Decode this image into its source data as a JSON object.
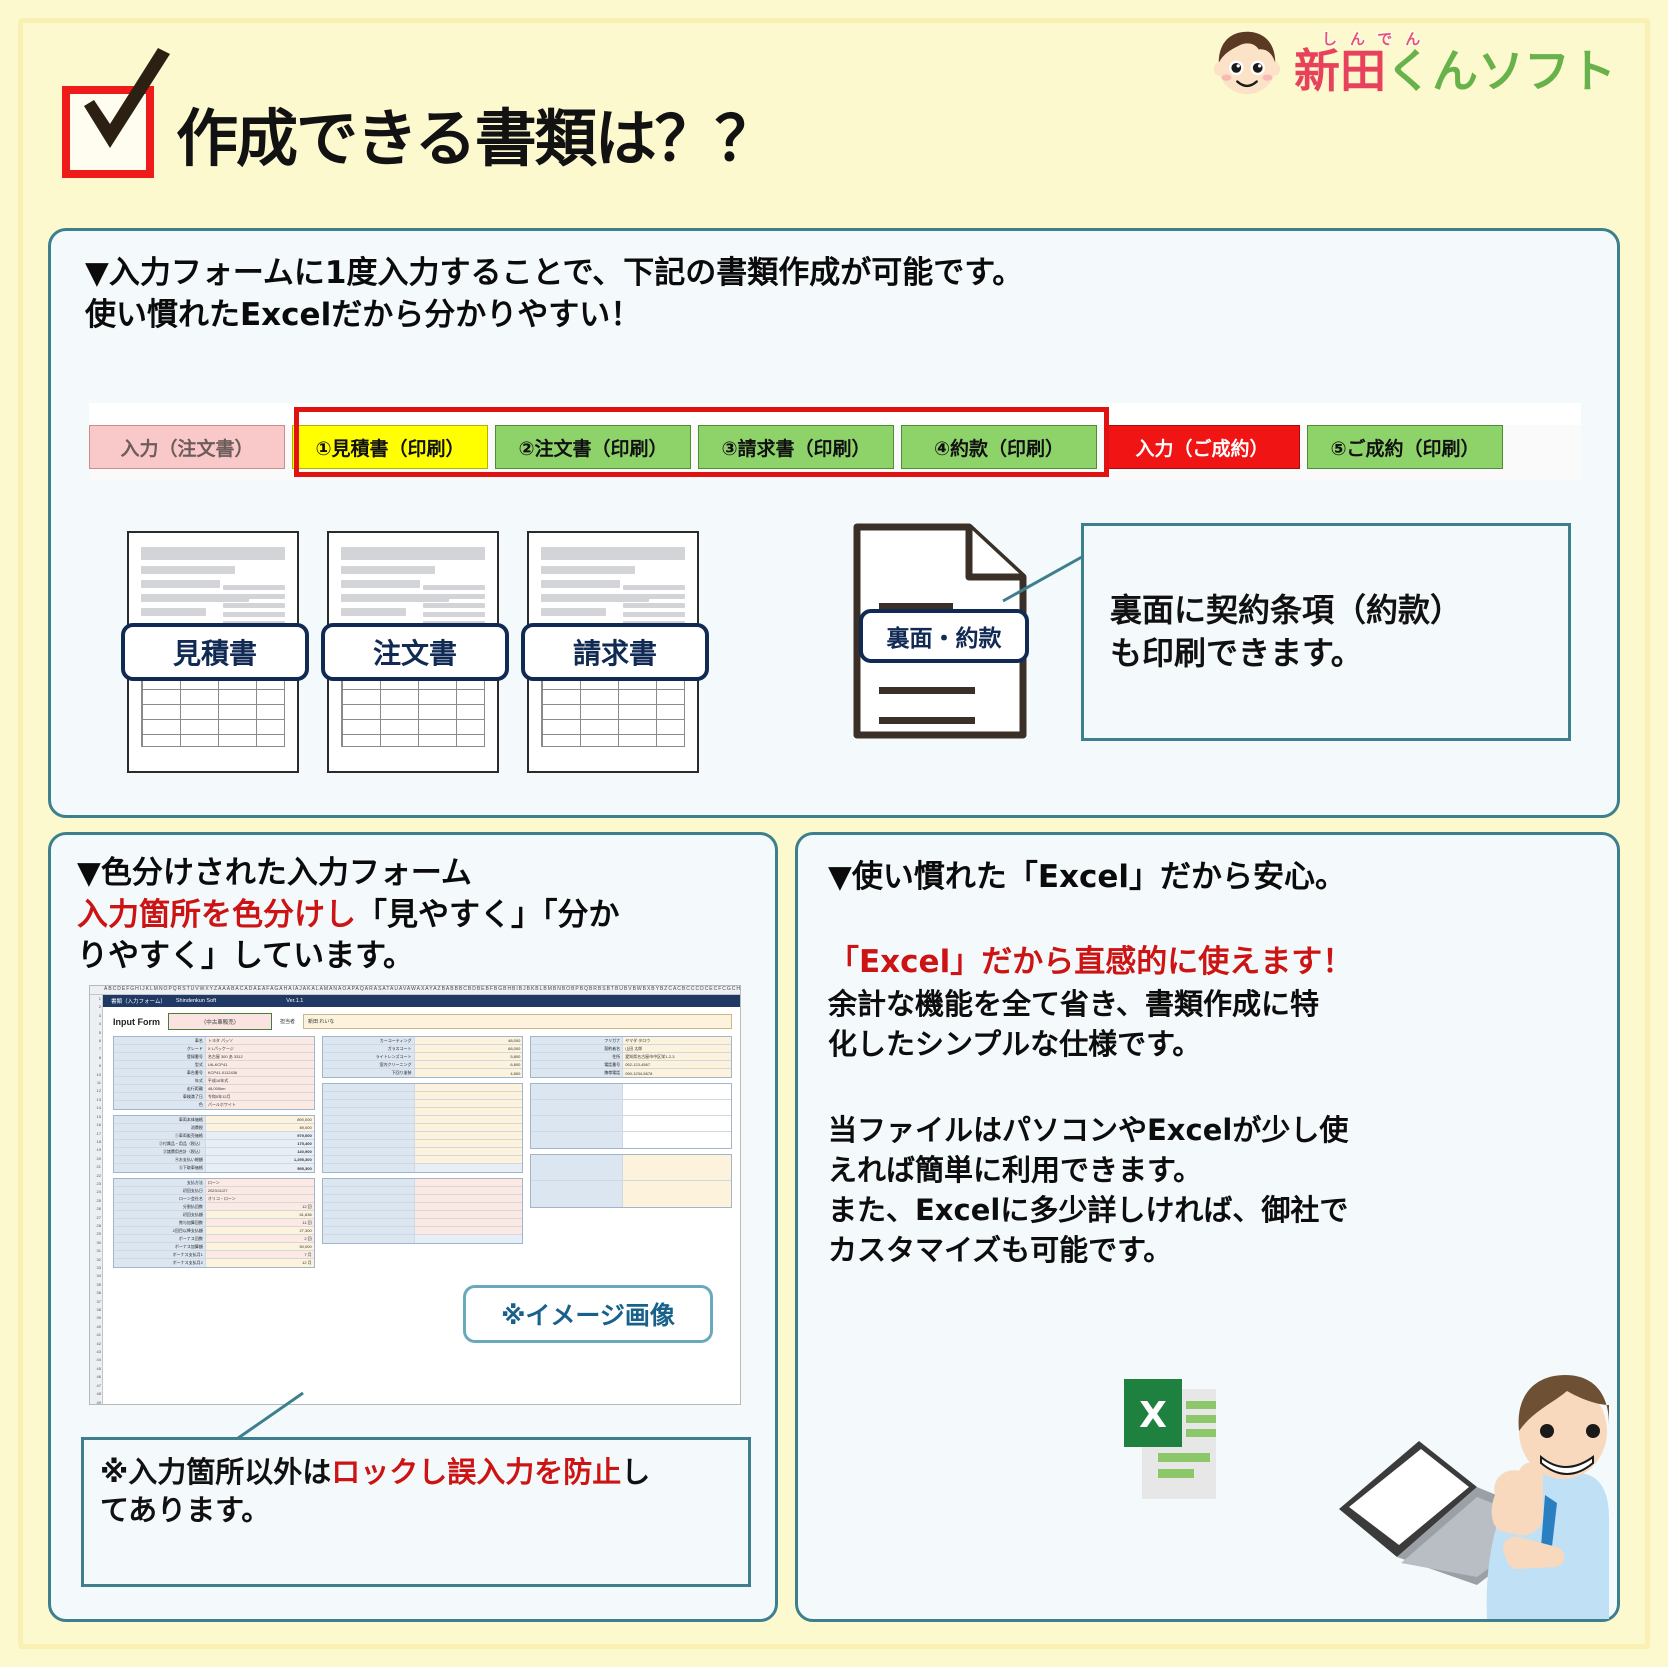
{
  "header": {
    "title": "作成できる書類は？？",
    "checkbox_icon": "checked-checkbox-icon"
  },
  "logo": {
    "furigana": "しんでん",
    "name_red": "新田",
    "name_green": "くんソフト",
    "face_icon": "boy-face-icon"
  },
  "top_panel": {
    "lead_line1": "▼入力フォームに1度入力することで、下記の書類作成が可能です。",
    "lead_line2": "使い慣れたExcelだから分かりやすい！",
    "tabs": [
      {
        "label": "入力（注文書）",
        "style": "input-pink"
      },
      {
        "label": "①見積書（印刷）",
        "style": "yellow"
      },
      {
        "label": "②注文書（印刷）",
        "style": "green"
      },
      {
        "label": "③請求書（印刷）",
        "style": "green"
      },
      {
        "label": "④約款（印刷）",
        "style": "green"
      },
      {
        "label": "入力（ご成約）",
        "style": "red"
      },
      {
        "label": "⑤ご成約（印刷）",
        "style": "green"
      }
    ],
    "documents": [
      {
        "label": "見積書"
      },
      {
        "label": "注文書"
      },
      {
        "label": "請求書"
      }
    ],
    "backside_doc_label": "裏面・約款",
    "callout_line1": "裏面に契約条項（約款）",
    "callout_line2": "も印刷できます。"
  },
  "left_panel": {
    "head_line1": "▼色分けされた入力フォーム",
    "head_line2_red": "入力箇所を色分けし",
    "head_line2_black": "「見やすく」「分か",
    "head_line3": "りやすく」しています。",
    "image_badge": "※イメージ画像",
    "note_black1": "※入力箇所以外は",
    "note_red": "ロックし誤入力を防止",
    "note_black2": "し",
    "note_line2": "てあります。",
    "sheet": {
      "titlebar_doc": "書類（入力フォーム）",
      "titlebar_brand": "Shindenkun Soft",
      "titlebar_ver": "Ver.1.1",
      "input_form_label": "Input Form",
      "input_form_chip": "（中古車販売）",
      "staff_label": "担当者",
      "staff_value": "新田 れいな",
      "column_letters": "ABCDEFGHIJKLMNOPQRSTUVWXYZAAABACADAEAFAGAHAIAJAKALAMANAOAPAQARASATAUAVAWAXAYAZBABBBCBDBEBFBGBHBIBJBKBLBMBNBOBPBQBRBSBTBUBVBWBXBYBZCACBCCCDCECFCGCHCICJCKCLCMCNCOCPCQCRCSCTCUCVCWCXCYCZDADBDCDDDEDFDGDHDIDJ",
      "left_block": [
        {
          "label": "車名",
          "value": "トヨタ パッソ"
        },
        {
          "label": "グレード",
          "value": "X Lパッケージ"
        },
        {
          "label": "登録番号",
          "value": "名古屋 300 あ 3312"
        },
        {
          "label": "型式",
          "value": "UA-KCP41"
        },
        {
          "label": "車台番号",
          "value": "KCP41-0112436"
        },
        {
          "label": "年式",
          "value": "平成16年式"
        },
        {
          "label": "走行距離",
          "value": "48,000km"
        },
        {
          "label": "車検満了日",
          "value": "令和5年12月"
        },
        {
          "label": "色",
          "value": "パールホワイト"
        }
      ],
      "mid_block": [
        {
          "label": "カーコーティング",
          "value": "48,000"
        },
        {
          "label": "ガラスコート",
          "value": "68,000"
        },
        {
          "label": "ライトレンズコート",
          "value": "5,800"
        },
        {
          "label": "室内クリーニング",
          "value": "6,800"
        },
        {
          "label": "下回り塗装",
          "value": "4,800"
        }
      ],
      "right_block": [
        {
          "label": "フリガナ",
          "value": "ヤマダ タロウ"
        },
        {
          "label": "契約者名",
          "value": "山田 太郎"
        },
        {
          "label": "住所",
          "value": "愛知県名古屋市中区栄1-2-3"
        },
        {
          "label": "電話番号",
          "value": "052-123-4567"
        },
        {
          "label": "携帯電話",
          "value": "090-1234-5678"
        }
      ],
      "totals": [
        {
          "label": "車両本体価格",
          "value": "890,000"
        },
        {
          "label": "消費税",
          "value": "89,000"
        },
        {
          "label": "①車両販売価格",
          "value": "979,000"
        },
        {
          "label": "②付属品・用品（税込）",
          "value": "175,400"
        },
        {
          "label": "③諸費用合計（税込）",
          "value": "140,900"
        },
        {
          "label": "④お支払い総額",
          "value": "1,295,300"
        },
        {
          "label": "⑤下取車価格",
          "value": "595,300"
        }
      ],
      "loan_block": [
        {
          "label": "支払方法",
          "value": "ローン"
        },
        {
          "label": "初回支払日",
          "value": "2023/11/27"
        },
        {
          "label": "ローン会社名",
          "value": "オリコ・ローン"
        },
        {
          "label": "分割払回数",
          "value": "12 回"
        },
        {
          "label": "初回支払額",
          "value": "61,636"
        },
        {
          "label": "賞与加算回数",
          "value": "11 回"
        },
        {
          "label": "2回目以降支払額",
          "value": "27,300"
        },
        {
          "label": "ボーナス回数",
          "value": "2 回"
        },
        {
          "label": "ボーナス加算額",
          "value": "50,000"
        },
        {
          "label": "ボーナス支払月1",
          "value": "7 月"
        },
        {
          "label": "ボーナス支払月2",
          "value": "12 月"
        }
      ]
    }
  },
  "right_panel": {
    "head": "▼使い慣れた「Excel」だから安心。",
    "lead_red": "「Excel」だから直感的に使えます！",
    "para1_line1": "余計な機能を全て省き、書類作成に特",
    "para1_line2": "化したシンプルな仕様です。",
    "para2_line1": "当ファイルはパソコンやExcelが少し使",
    "para2_line2": "えれば簡単に利用できます。",
    "para2_line3": "また、Excelに多少詳しければ、御社で",
    "para2_line4": "カスタマイズも可能です。",
    "excel_icon": "excel-file-icon",
    "person_icon": "businessman-with-laptop-icon"
  },
  "colors": {
    "page_bg": "#fdf9cf",
    "panel_bg": "#f4fafc",
    "panel_border": "#3d7f8d",
    "accent_red": "#cc1414",
    "navy": "#102a54",
    "tab_yellow": "#ffff00",
    "tab_green": "#8ed26a",
    "tab_red": "#f01414"
  }
}
